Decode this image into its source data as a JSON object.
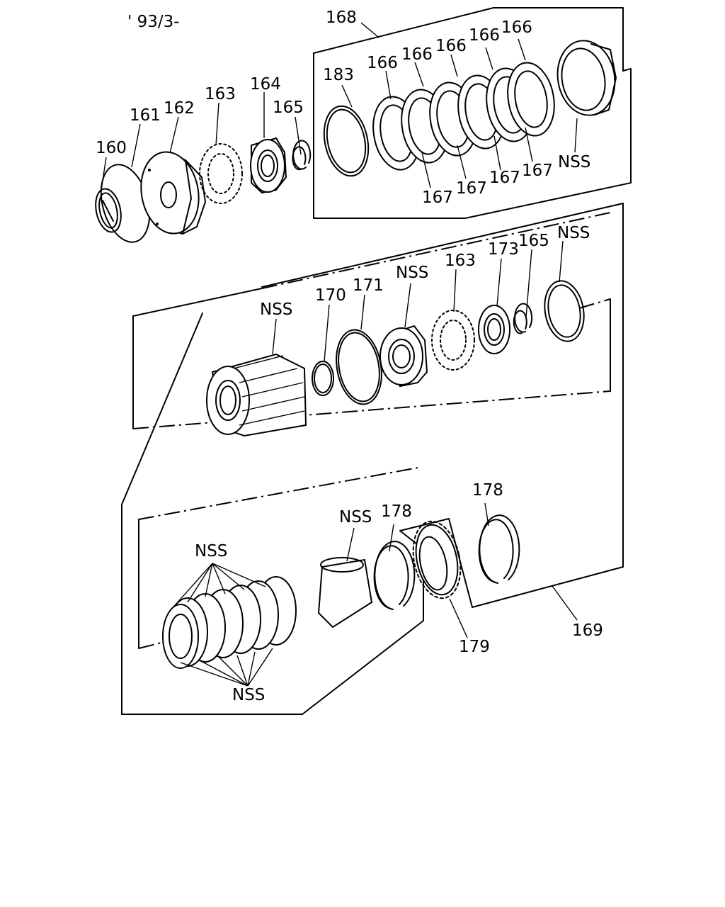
{
  "header": {
    "date_code": "' 93/3-"
  },
  "labels": {
    "l160": "160",
    "l161": "161",
    "l162": "162",
    "l163a": "163",
    "l164": "164",
    "l165a": "165",
    "l168": "168",
    "l183": "183",
    "l166a": "166",
    "l166b": "166",
    "l166c": "166",
    "l166d": "166",
    "l166e": "166",
    "l167a": "167",
    "l167b": "167",
    "l167c": "167",
    "l167d": "167",
    "nss_top": "NSS",
    "nss_gear": "NSS",
    "l170": "170",
    "l171": "171",
    "nss_bearing": "NSS",
    "l163b": "163",
    "l173": "173",
    "l165b": "165",
    "nss_ring": "NSS",
    "nss_band": "NSS",
    "l178a": "178",
    "l178b": "178",
    "l179": "179",
    "l169": "169",
    "nss_plates_top": "NSS",
    "nss_plates_bottom": "NSS"
  },
  "colors": {
    "line": "#000000",
    "background": "#ffffff"
  }
}
